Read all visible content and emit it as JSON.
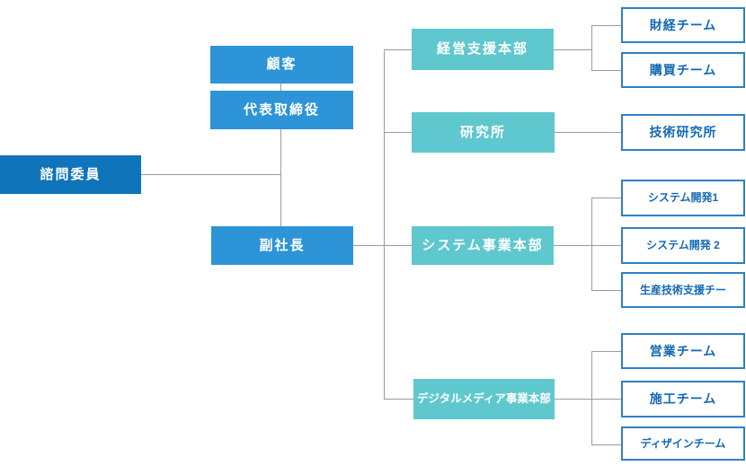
{
  "org": {
    "advisory": "諮問委員",
    "customer": "顧客",
    "ceo": "代表取締役",
    "vp": "副社長",
    "divisions": [
      {
        "label": "経営支援本部",
        "children": [
          "財経チーム",
          "購買チーム"
        ]
      },
      {
        "label": "研究所",
        "children": [
          "技術研究所"
        ]
      },
      {
        "label": "システム事業本部",
        "children": [
          "システム開発1",
          "システム開発 2",
          "生産技術支援チー"
        ]
      },
      {
        "label": "デジタルメディア事業本部",
        "children": [
          "営業チーム",
          "施工チーム",
          "ディザインチーム"
        ]
      }
    ],
    "colors": {
      "primary-dark": "#0f74ba",
      "primary": "#2d94d8",
      "teal": "#5fc8ce",
      "outline": "#2e80c4",
      "outline-text": "#1569b4",
      "line": "#9a9a9a",
      "background": "#ffffff"
    }
  }
}
